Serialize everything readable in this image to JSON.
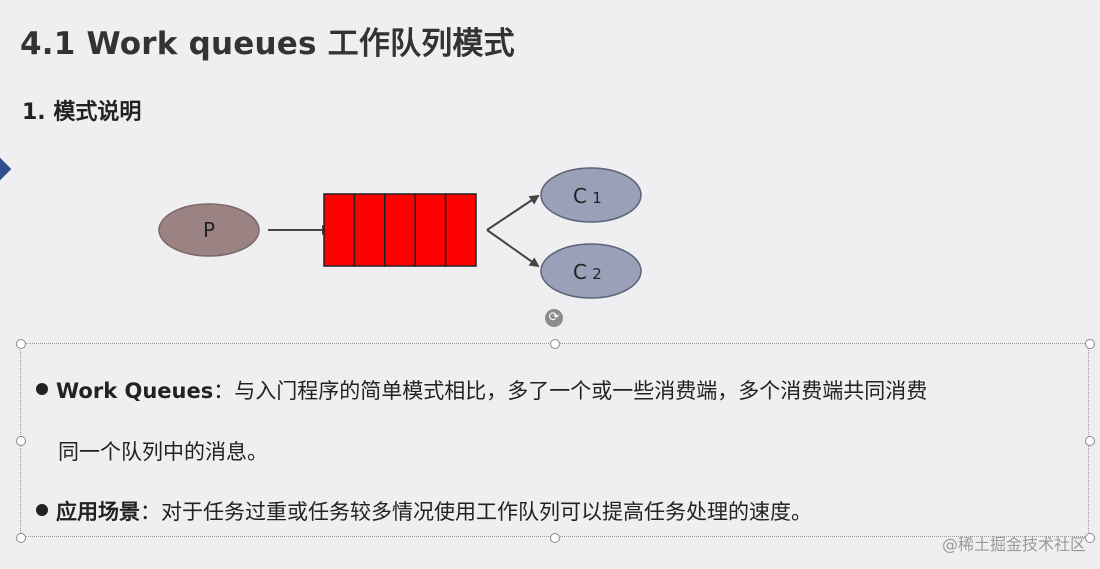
{
  "title": "4.1 Work queues 工作队列模式",
  "section_heading": "1. 模式说明",
  "diagram": {
    "producer_label": "P",
    "consumers": [
      {
        "letter": "C",
        "index": "1"
      },
      {
        "letter": "C",
        "index": "2"
      }
    ],
    "queue_cell_count": 5,
    "colors": {
      "producer_fill": "#9b8383",
      "consumer_fill": "#9aa0b8",
      "queue_fill": "#ff0000",
      "arrow": "#444444"
    }
  },
  "bullets": [
    {
      "term": "Work Queues",
      "separator": "：",
      "text_line1": "与入门程序的简单模式相比，多了一个或一些消费端，多个消费端共同消费",
      "text_line2": "同一个队列中的消息。"
    },
    {
      "term": "应用场景",
      "separator": "：",
      "text_line1": "对于任务过重或任务较多情况使用工作队列可以提高任务处理的速度。"
    }
  ],
  "watermark": "@稀土掘金技术社区"
}
